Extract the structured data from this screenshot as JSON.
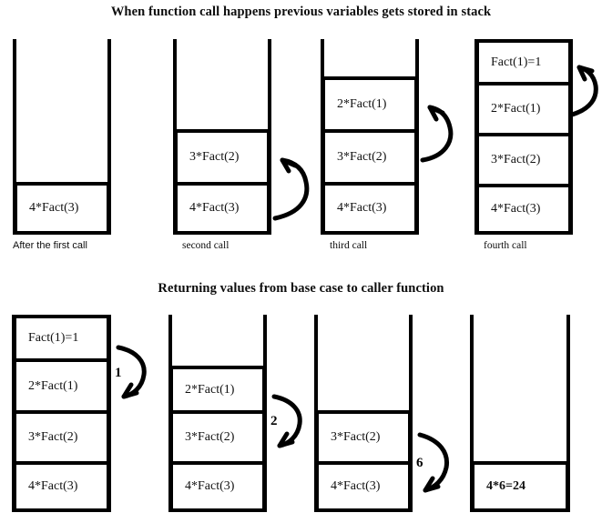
{
  "titles": {
    "top": "When function call happens previous variables gets stored in stack",
    "bottom": "Returning values from base case to caller function"
  },
  "push_phase": {
    "stacks": [
      {
        "label": "After the first call",
        "cells": [
          "4*Fact(3)"
        ],
        "arrow": null
      },
      {
        "label": "second call",
        "cells": [
          "3*Fact(2)",
          "4*Fact(3)"
        ],
        "arrow": {
          "direction": "up-left",
          "label": ""
        }
      },
      {
        "label": "third call",
        "cells": [
          "2*Fact(1)",
          "3*Fact(2)",
          "4*Fact(3)"
        ],
        "arrow": {
          "direction": "up-left",
          "label": ""
        }
      },
      {
        "label": "fourth call",
        "cells": [
          "Fact(1)=1",
          "2*Fact(1)",
          "3*Fact(2)",
          "4*Fact(3)"
        ],
        "arrow": {
          "direction": "up-left",
          "label": ""
        }
      }
    ]
  },
  "return_phase": {
    "stacks": [
      {
        "label": "",
        "cells": [
          "Fact(1)=1",
          "2*Fact(1)",
          "3*Fact(2)",
          "4*Fact(3)"
        ],
        "arrow": {
          "direction": "down-left",
          "label": "1"
        }
      },
      {
        "label": "",
        "cells": [
          "2*Fact(1)",
          "3*Fact(2)",
          "4*Fact(3)"
        ],
        "arrow": {
          "direction": "down-left",
          "label": "2"
        }
      },
      {
        "label": "",
        "cells": [
          "3*Fact(2)",
          "4*Fact(3)"
        ],
        "arrow": {
          "direction": "down-left",
          "label": "6"
        }
      },
      {
        "label": "",
        "cells": [
          "4*6=24"
        ],
        "arrow": null
      }
    ]
  },
  "colors": {
    "ink": "#000000",
    "background": "#ffffff"
  }
}
